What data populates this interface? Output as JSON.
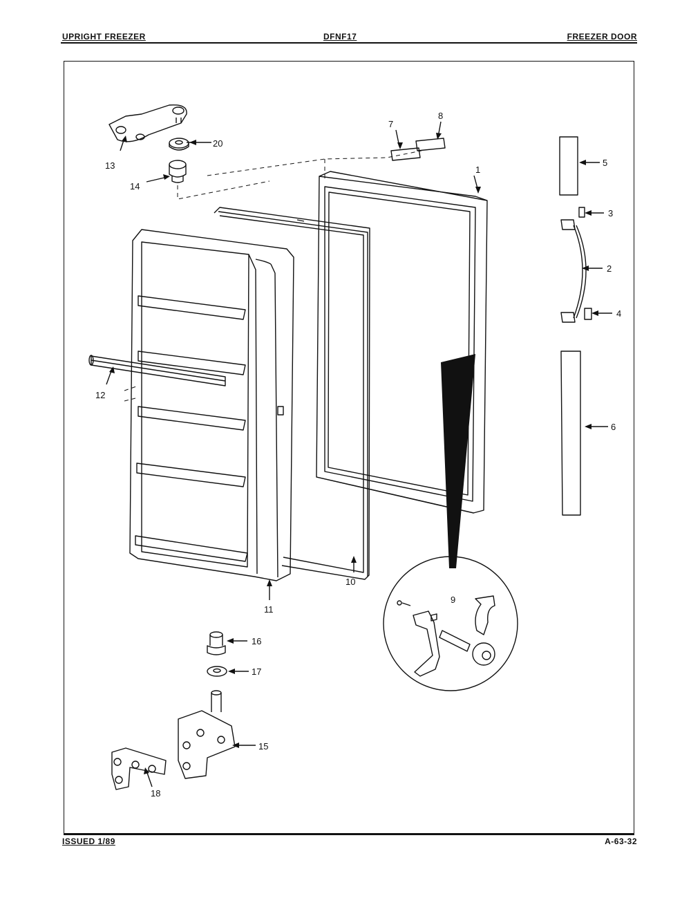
{
  "header": {
    "left": "UPRIGHT FREEZER",
    "center": "DFNF17",
    "right": "FREEZER DOOR"
  },
  "footer": {
    "left": "ISSUED 1/89",
    "right": "A-63-32"
  },
  "callouts": [
    {
      "id": "c1",
      "label": "1"
    },
    {
      "id": "c2",
      "label": "2"
    },
    {
      "id": "c3",
      "label": "3"
    },
    {
      "id": "c4",
      "label": "4"
    },
    {
      "id": "c5",
      "label": "5"
    },
    {
      "id": "c6",
      "label": "6"
    },
    {
      "id": "c7",
      "label": "7"
    },
    {
      "id": "c8",
      "label": "8"
    },
    {
      "id": "c9",
      "label": "9"
    },
    {
      "id": "c10",
      "label": "10"
    },
    {
      "id": "c11",
      "label": "11"
    },
    {
      "id": "c12",
      "label": "12"
    },
    {
      "id": "c13",
      "label": "13"
    },
    {
      "id": "c14",
      "label": "14"
    },
    {
      "id": "c15",
      "label": "15"
    },
    {
      "id": "c16",
      "label": "16"
    },
    {
      "id": "c17",
      "label": "17"
    },
    {
      "id": "c18",
      "label": "18"
    },
    {
      "id": "c20",
      "label": "20"
    }
  ]
}
